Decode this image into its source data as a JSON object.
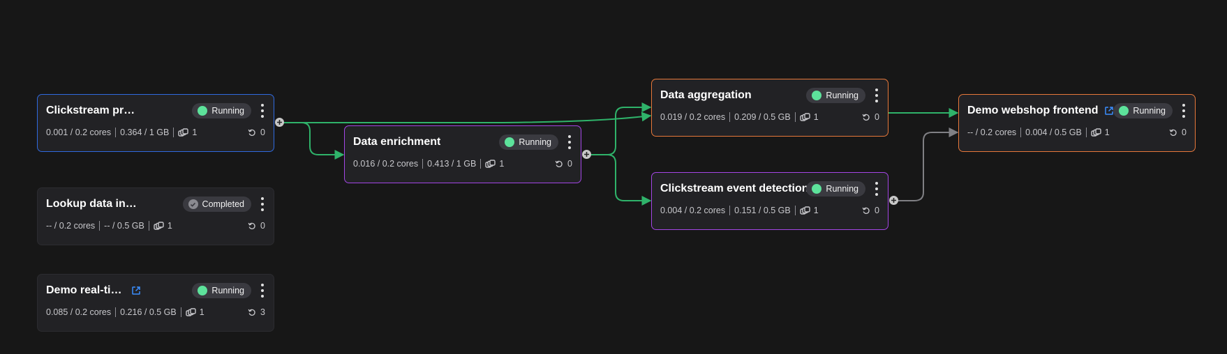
{
  "nodes": {
    "clickstream_producer": {
      "title": "Clickstream producer",
      "status": "Running",
      "cpu": "0.001 / 0.2 cores",
      "memory": "0.364 / 1 GB",
      "replicas": "1",
      "restarts": "0",
      "border": "blue"
    },
    "lookup_ingestion": {
      "title": "Lookup data ingestion job",
      "status": "Completed",
      "cpu": "-- / 0.2 cores",
      "memory": "-- / 0.5 GB",
      "replicas": "1",
      "restarts": "0",
      "border": "none"
    },
    "realtime_dashboard": {
      "title": "Demo real-time dashbo...",
      "status": "Running",
      "cpu": "0.085 / 0.2 cores",
      "memory": "0.216 / 0.5 GB",
      "replicas": "1",
      "restarts": "3",
      "border": "none",
      "external_link_icon": "external-link-icon"
    },
    "data_enrichment": {
      "title": "Data enrichment",
      "status": "Running",
      "cpu": "0.016 / 0.2 cores",
      "memory": "0.413 / 1 GB",
      "replicas": "1",
      "restarts": "0",
      "border": "purple"
    },
    "data_aggregation": {
      "title": "Data aggregation",
      "status": "Running",
      "cpu": "0.019 / 0.2 cores",
      "memory": "0.209 / 0.5 GB",
      "replicas": "1",
      "restarts": "0",
      "border": "orange"
    },
    "event_detection": {
      "title": "Clickstream event detection",
      "status": "Running",
      "cpu": "0.004 / 0.2 cores",
      "memory": "0.151 / 0.5 GB",
      "replicas": "1",
      "restarts": "0",
      "border": "purple"
    },
    "webshop_frontend": {
      "title": "Demo webshop frontend",
      "status": "Running",
      "cpu": "-- / 0.2 cores",
      "memory": "0.004 / 0.5 GB",
      "replicas": "1",
      "restarts": "0",
      "border": "orange",
      "external_link_icon": "external-link-icon"
    }
  },
  "colors": {
    "background": "#171717",
    "node_bg": "#222225",
    "running": "#5de29b",
    "edge_active": "#2fb36a",
    "edge_inactive": "#808084",
    "border_blue": "#2f6ae0",
    "border_purple": "#a446e6",
    "border_orange": "#e7783a",
    "link": "#3b8eff"
  },
  "icons": {
    "status_running": "green-dot-icon",
    "status_completed": "check-circle-icon",
    "replicas": "replicas-stack-icon",
    "restarts": "restart-icon",
    "menu": "kebab-menu-icon",
    "port": "plus-port-icon"
  }
}
